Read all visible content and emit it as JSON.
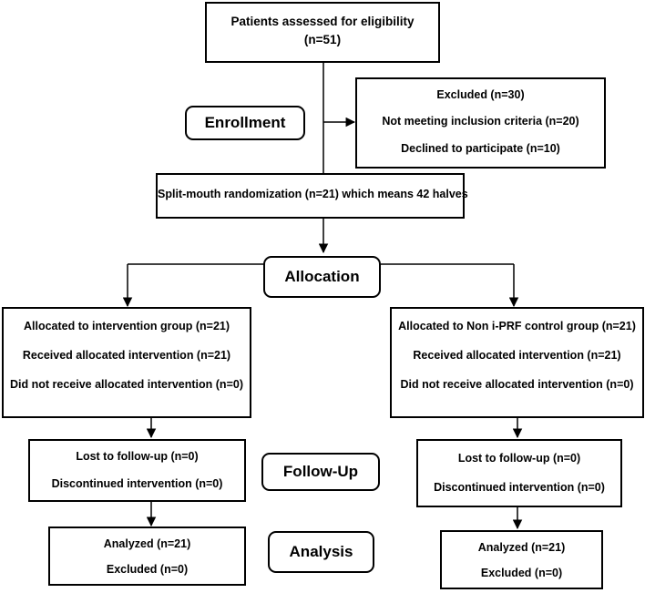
{
  "enrollment": {
    "assessed": {
      "label": "Patients assessed for eligibility",
      "count": "(n=51)"
    },
    "excluded": {
      "label": "Excluded (n=30)",
      "reasons": [
        "Not meeting inclusion criteria (n=20)",
        "Declined to participate (n=10)"
      ]
    },
    "randomization": "Split-mouth randomization (n=21) which means 42 halves"
  },
  "stages": {
    "enrollment": "Enrollment",
    "allocation": "Allocation",
    "follow_up": "Follow-Up",
    "analysis": "Analysis"
  },
  "groups": [
    {
      "allocation": [
        "Allocated to intervention group (n=21)",
        "Received allocated intervention (n=21)",
        "Did not receive allocated intervention (n=0)"
      ],
      "follow_up": [
        "Lost to follow-up (n=0)",
        "Discontinued intervention (n=0)"
      ],
      "analysis": [
        "Analyzed (n=21)",
        "Excluded (n=0)"
      ]
    },
    {
      "allocation": [
        "Allocated to Non i-PRF control group (n=21)",
        "Received allocated intervention (n=21)",
        "Did not receive allocated intervention (n=0)"
      ],
      "follow_up": [
        "Lost to follow-up (n=0)",
        "Discontinued intervention (n=0)"
      ],
      "analysis": [
        "Analyzed (n=21)",
        "Excluded (n=0)"
      ]
    }
  ]
}
